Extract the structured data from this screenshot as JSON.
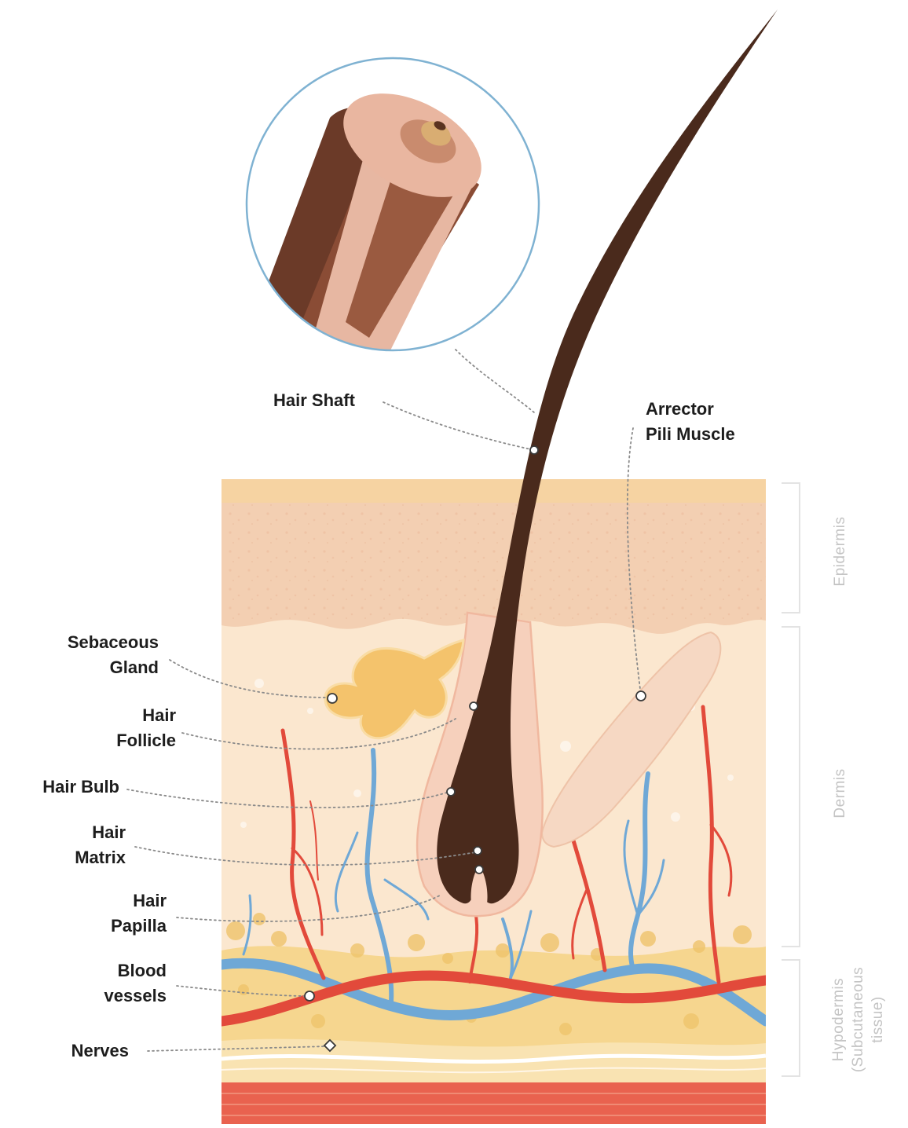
{
  "labels": {
    "hair_shaft": "Hair Shaft",
    "arrector_line1": "Arrector",
    "arrector_line2": "Pili Muscle",
    "sebaceous_line1": "Sebaceous",
    "sebaceous_line2": "Gland",
    "follicle_line1": "Hair",
    "follicle_line2": "Follicle",
    "bulb": "Hair Bulb",
    "matrix_line1": "Hair",
    "matrix_line2": "Matrix",
    "papilla_line1": "Hair",
    "papilla_line2": "Papilla",
    "blood_line1": "Blood",
    "blood_line2": "vessels",
    "nerves": "Nerves"
  },
  "layers": {
    "epidermis": "Epidermis",
    "dermis": "Dermis",
    "hypodermis_line1": "Hypodermis",
    "hypodermis_line2": "(Subcutaneous",
    "hypodermis_line3": "tissue)"
  },
  "colors": {
    "hair": "#4a2a1c",
    "epidermis_top": "#f6d3a2",
    "epidermis": "#f3cfb2",
    "dermis": "#fbe7cf",
    "hypodermis": "#f6d68f",
    "muscle": "#e9624f",
    "artery": "#e24a3b",
    "vein": "#6fa8d6",
    "gland": "#f4c36c",
    "lens_ring": "#7fb2d2"
  }
}
